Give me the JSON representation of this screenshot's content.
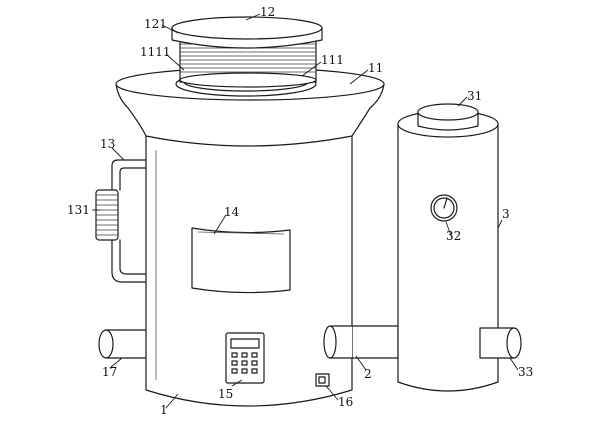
{
  "labels": {
    "main_body": "1",
    "top_cover": "11",
    "lid": "12",
    "lid_rim": "121",
    "ring_inner": "111",
    "thread": "1111",
    "pipe_loop": "13",
    "coil": "131",
    "window": "14",
    "control_panel": "15",
    "switch": "16",
    "outlet_left": "17",
    "connector": "2",
    "tank": "3",
    "tank_cap": "31",
    "gauge": "32",
    "outlet_right": "33"
  }
}
